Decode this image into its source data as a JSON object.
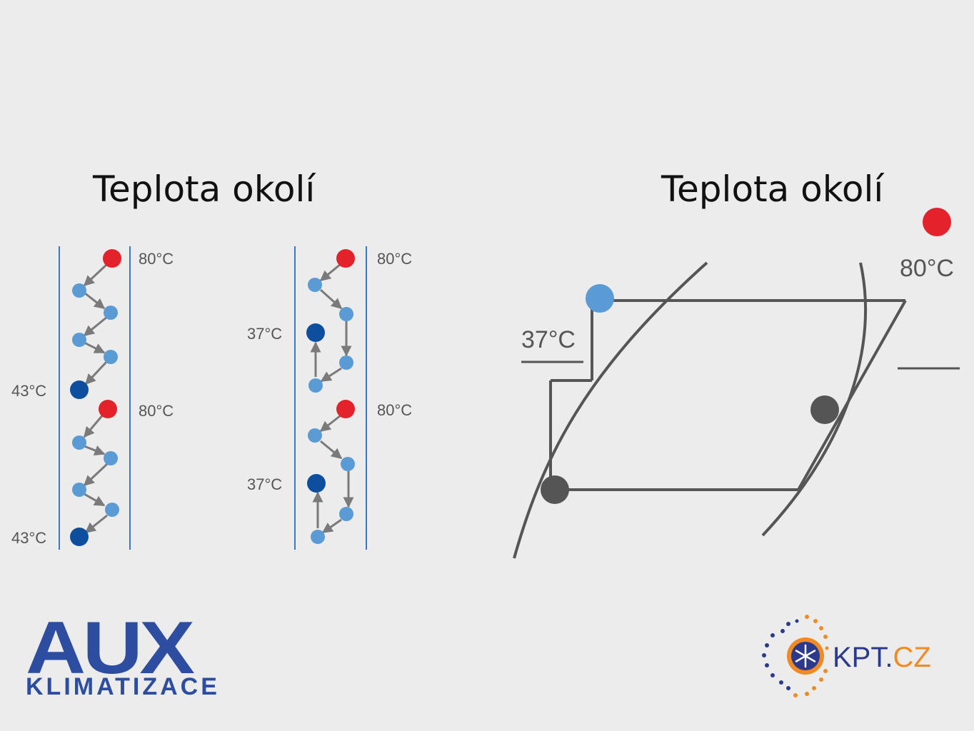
{
  "titles": {
    "left": "Teplota okolí",
    "right": "Teplota okolí"
  },
  "left_diagram": {
    "column_a": {
      "top_temp": "80°C",
      "bottom_temp": "43°C",
      "top_temp_2": "80°C",
      "bottom_temp_2": "43°C"
    },
    "column_b": {
      "top_temp": "80°C",
      "mid_temp": "37°C",
      "top_temp_2": "80°C",
      "mid_temp_2": "37°C"
    }
  },
  "right_diagram": {
    "hot_temp": "80°C",
    "cold_temp": "37°C"
  },
  "colors": {
    "hot": "#e3222b",
    "mid": "#5b9bd5",
    "cold": "#0d4f9e",
    "line": "#555555",
    "arrow": "#7a7a7a",
    "column_border": "#3a78c2",
    "aux_blue": "#2d4ea0",
    "kpt_orange": "#f08a24",
    "kpt_navy": "#2b3a8c"
  },
  "logos": {
    "aux_word": "AUX",
    "aux_sub": "KLIMATIZACE",
    "kpt_main": "KPT.",
    "kpt_suffix": "CZ"
  }
}
